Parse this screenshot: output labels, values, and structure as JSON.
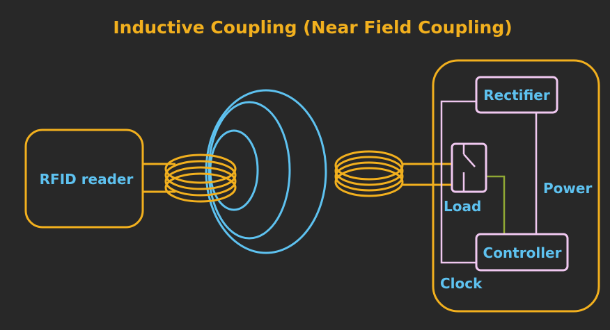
{
  "title": "Inductive Coupling (Near Field Coupling)",
  "reader": {
    "label": "RFID reader"
  },
  "tag": {
    "rectifier_label": "Rectifier",
    "controller_label": "Controller",
    "load_label": "Load",
    "power_label": "Power",
    "clock_label": "Clock"
  },
  "colors": {
    "background": "#282828",
    "orange": "#f2b01e",
    "blue": "#5ec2f0",
    "pink": "#f0c8f0",
    "green": "#8fa834",
    "text_blue": "#5ec2f0"
  }
}
